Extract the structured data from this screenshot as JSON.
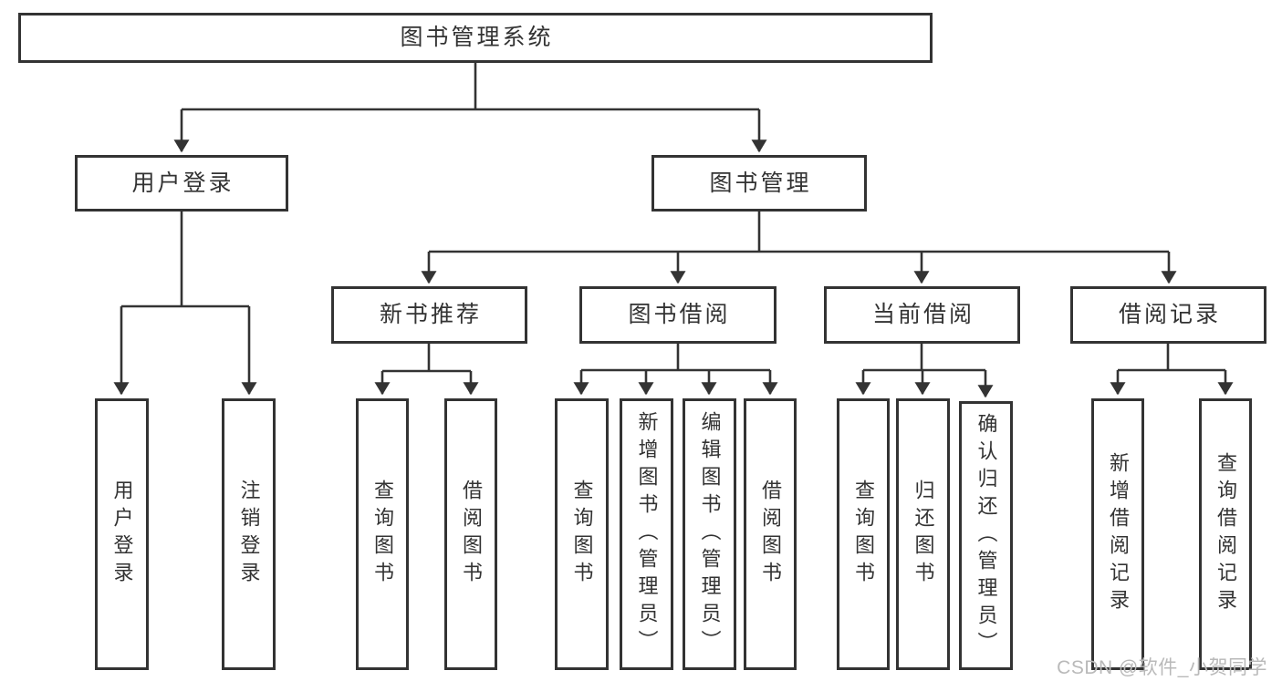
{
  "diagram": {
    "root": {
      "label": "图书管理系统"
    },
    "level2": {
      "user_login": {
        "label": "用户登录"
      },
      "book_management": {
        "label": "图书管理"
      }
    },
    "level3": {
      "new_book_recommend": {
        "label": "新书推荐"
      },
      "book_borrow": {
        "label": "图书借阅"
      },
      "current_borrow": {
        "label": "当前借阅"
      },
      "borrow_record": {
        "label": "借阅记录"
      }
    },
    "level4": {
      "user_login": [
        "用户登录",
        "注销登录"
      ],
      "new_book_recommend": [
        "查询图书",
        "借阅图书"
      ],
      "book_borrow": [
        "查询图书",
        "新增图书（管理员）",
        "编辑图书（管理员）",
        "借阅图书"
      ],
      "current_borrow": [
        "查询图书",
        "归还图书",
        "确认归还（管理员）"
      ],
      "borrow_record": [
        "新增借阅记录",
        "查询借阅记录"
      ]
    }
  },
  "watermark": {
    "text": "CSDN @软件_小贺同学"
  },
  "colors": {
    "line": "#333333",
    "border": "#333333",
    "text": "#333333",
    "watermark": "#b9b9b9",
    "background": "#ffffff"
  }
}
